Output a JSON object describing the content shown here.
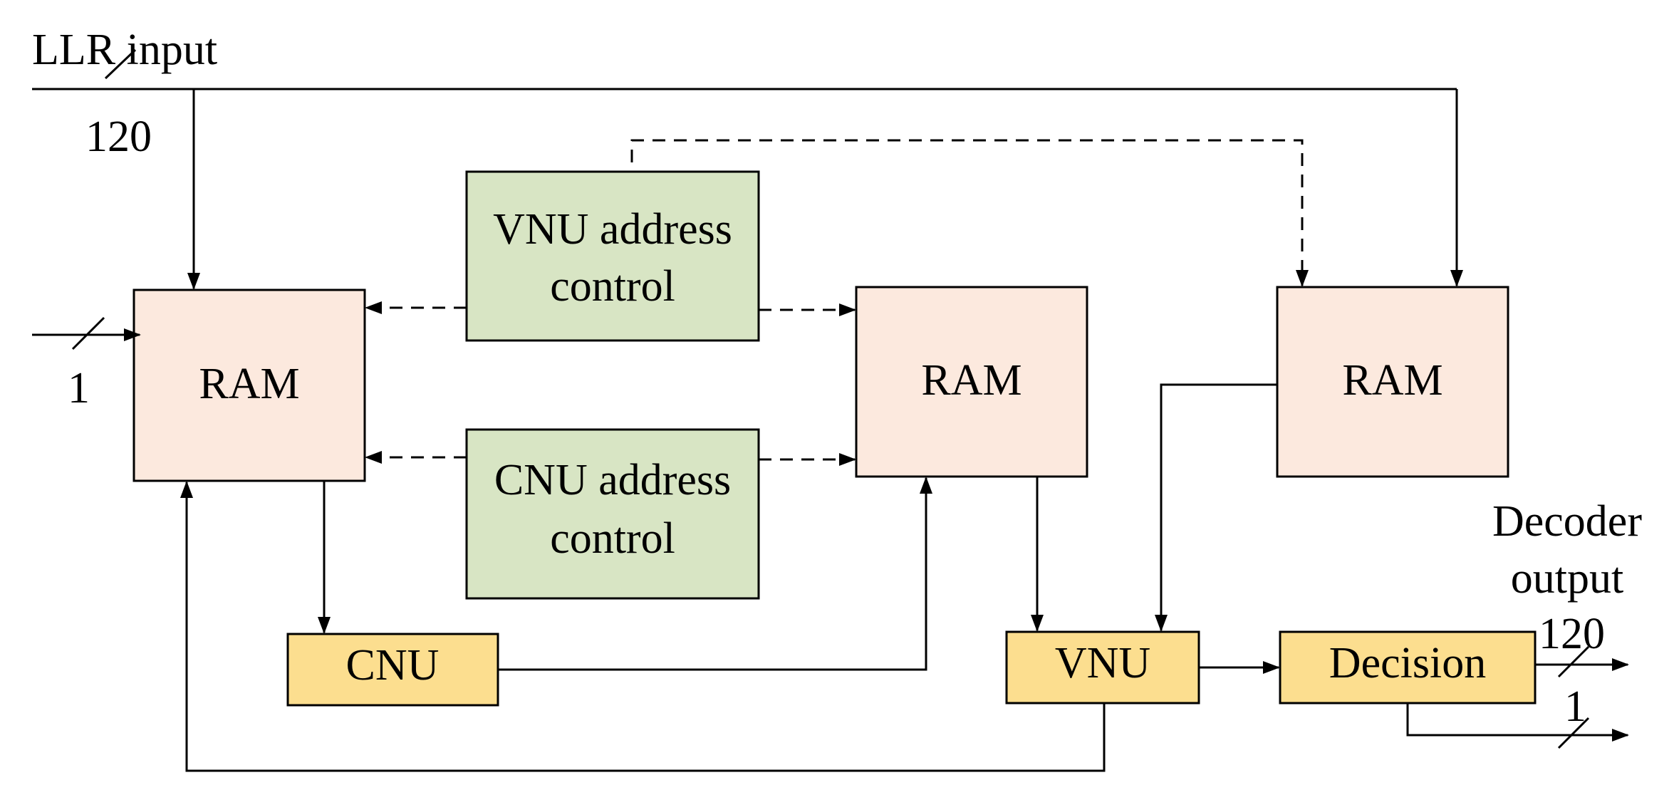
{
  "labels": {
    "llr_input": "LLR input",
    "llr_width": "120",
    "feed_width": "1",
    "decoder_output_line1": "Decoder",
    "decoder_output_line2": "output",
    "out_width": "120",
    "out_flag_width": "1"
  },
  "blocks": {
    "ram_left": "RAM",
    "ram_mid": "RAM",
    "ram_right": "RAM",
    "vnu_addr_line1": "VNU address",
    "vnu_addr_line2": "control",
    "cnu_addr_line1": "CNU address",
    "cnu_addr_line2": "control",
    "cnu": "CNU",
    "vnu": "VNU",
    "decision": "Decision"
  },
  "colors": {
    "ram_fill": "#FCE9DE",
    "addr_fill": "#D8E5C4",
    "unit_fill": "#FCDE8F",
    "line": "#000000"
  }
}
